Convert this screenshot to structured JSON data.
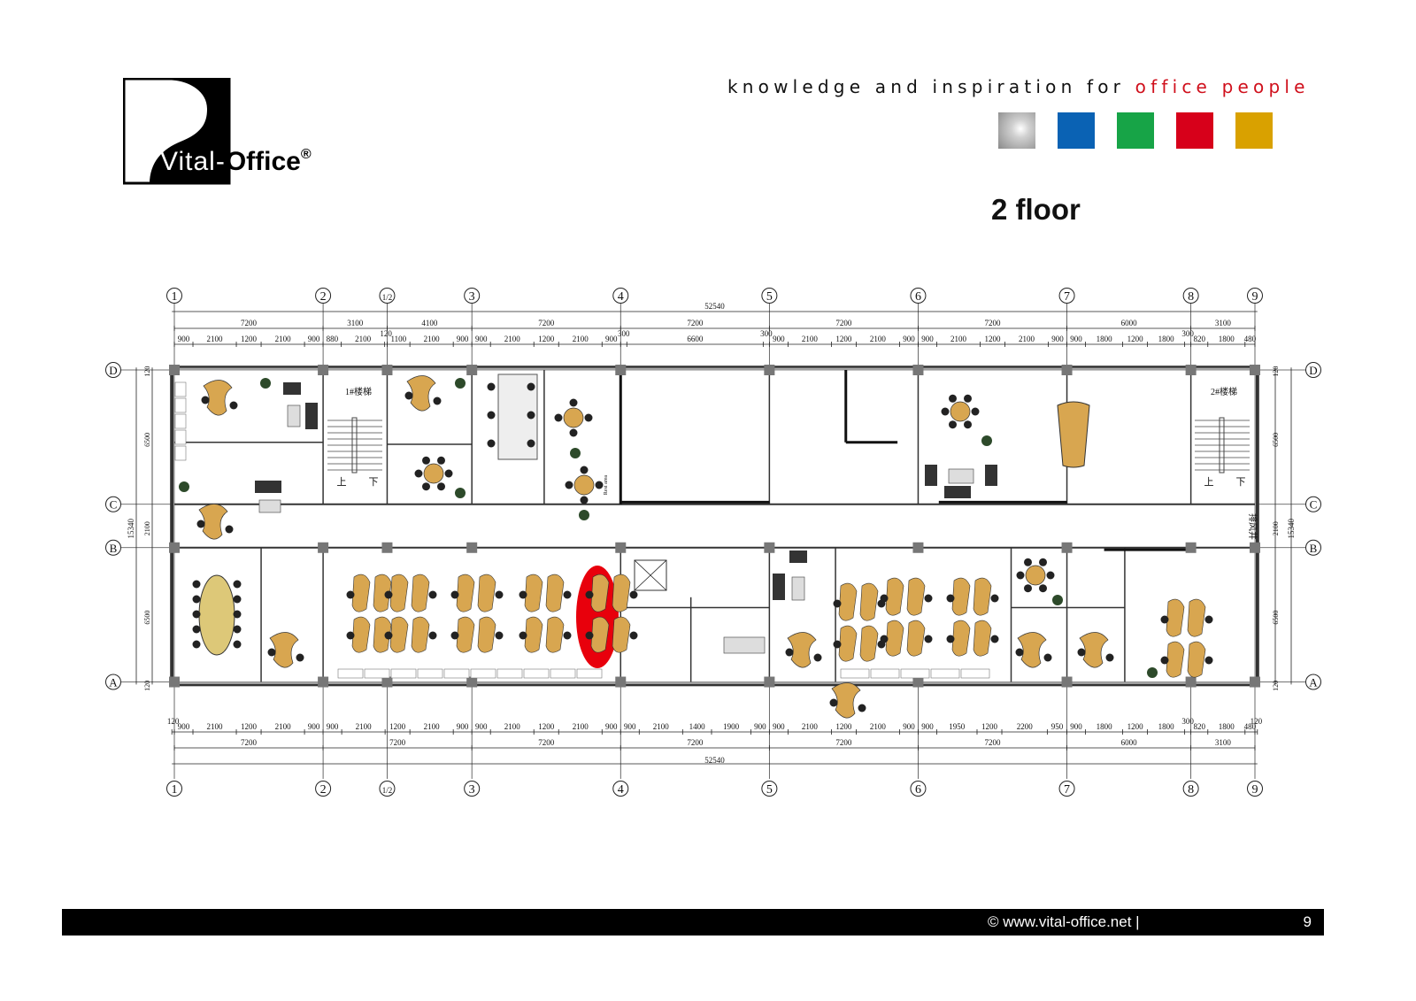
{
  "logo": {
    "brand_light": "Vital-",
    "brand_bold": "Office",
    "registered": "®"
  },
  "header": {
    "tagline_prefix": "knowledge and inspiration for ",
    "tagline_highlight": "office people",
    "swatches": [
      "#b8b8b8",
      "#0a62b4",
      "#17a447",
      "#d7001a",
      "#d9a100"
    ],
    "title": "2 floor"
  },
  "plan": {
    "axes_x": [
      "1",
      "2",
      "1/2",
      "3",
      "4",
      "5",
      "6",
      "7",
      "8",
      "9"
    ],
    "axes_y": [
      "D",
      "C",
      "B",
      "A"
    ],
    "overall_width": "52540",
    "overall_depth": "15340",
    "top_bays": [
      "7200",
      "3100",
      "4100",
      "7200",
      "7200",
      "7200",
      "7200",
      "6000",
      "3100"
    ],
    "top_details": [
      "900",
      "2100",
      "1200",
      "2100",
      "900",
      "880",
      "2100",
      "120",
      "1100",
      "2100",
      "900",
      "900",
      "2100",
      "1200",
      "2100",
      "900",
      "300",
      "6600",
      "300",
      "900",
      "2100",
      "1200",
      "2100",
      "900",
      "900",
      "2100",
      "1200",
      "2100",
      "900",
      "900",
      "1800",
      "1200",
      "1800",
      "300",
      "820",
      "1800",
      "480"
    ],
    "bottom_details": [
      "120",
      "900",
      "2100",
      "1200",
      "2100",
      "900",
      "900",
      "2100",
      "1200",
      "2100",
      "900",
      "900",
      "2100",
      "1200",
      "2100",
      "900",
      "900",
      "2100",
      "1400",
      "1900",
      "900",
      "900",
      "2100",
      "1200",
      "2100",
      "900",
      "900",
      "1950",
      "1200",
      "2200",
      "950",
      "900",
      "1800",
      "1200",
      "1800",
      "300",
      "820",
      "1800",
      "480",
      "120"
    ],
    "bottom_bays": [
      "7200",
      "7200",
      "7200",
      "7200",
      "7200",
      "7200",
      "6000",
      "3100"
    ],
    "side_dims": [
      "120",
      "6500",
      "2100",
      "6500",
      "120"
    ],
    "labels": {
      "stair1": "1#楼梯",
      "stair2": "2#楼梯",
      "up": "上",
      "down": "下",
      "shaft": "排风井",
      "rest_area": "Rest area"
    },
    "highlight_color": "#e8000c"
  },
  "footer": {
    "site": "©  www.vital-office.net   |",
    "page": "9"
  }
}
